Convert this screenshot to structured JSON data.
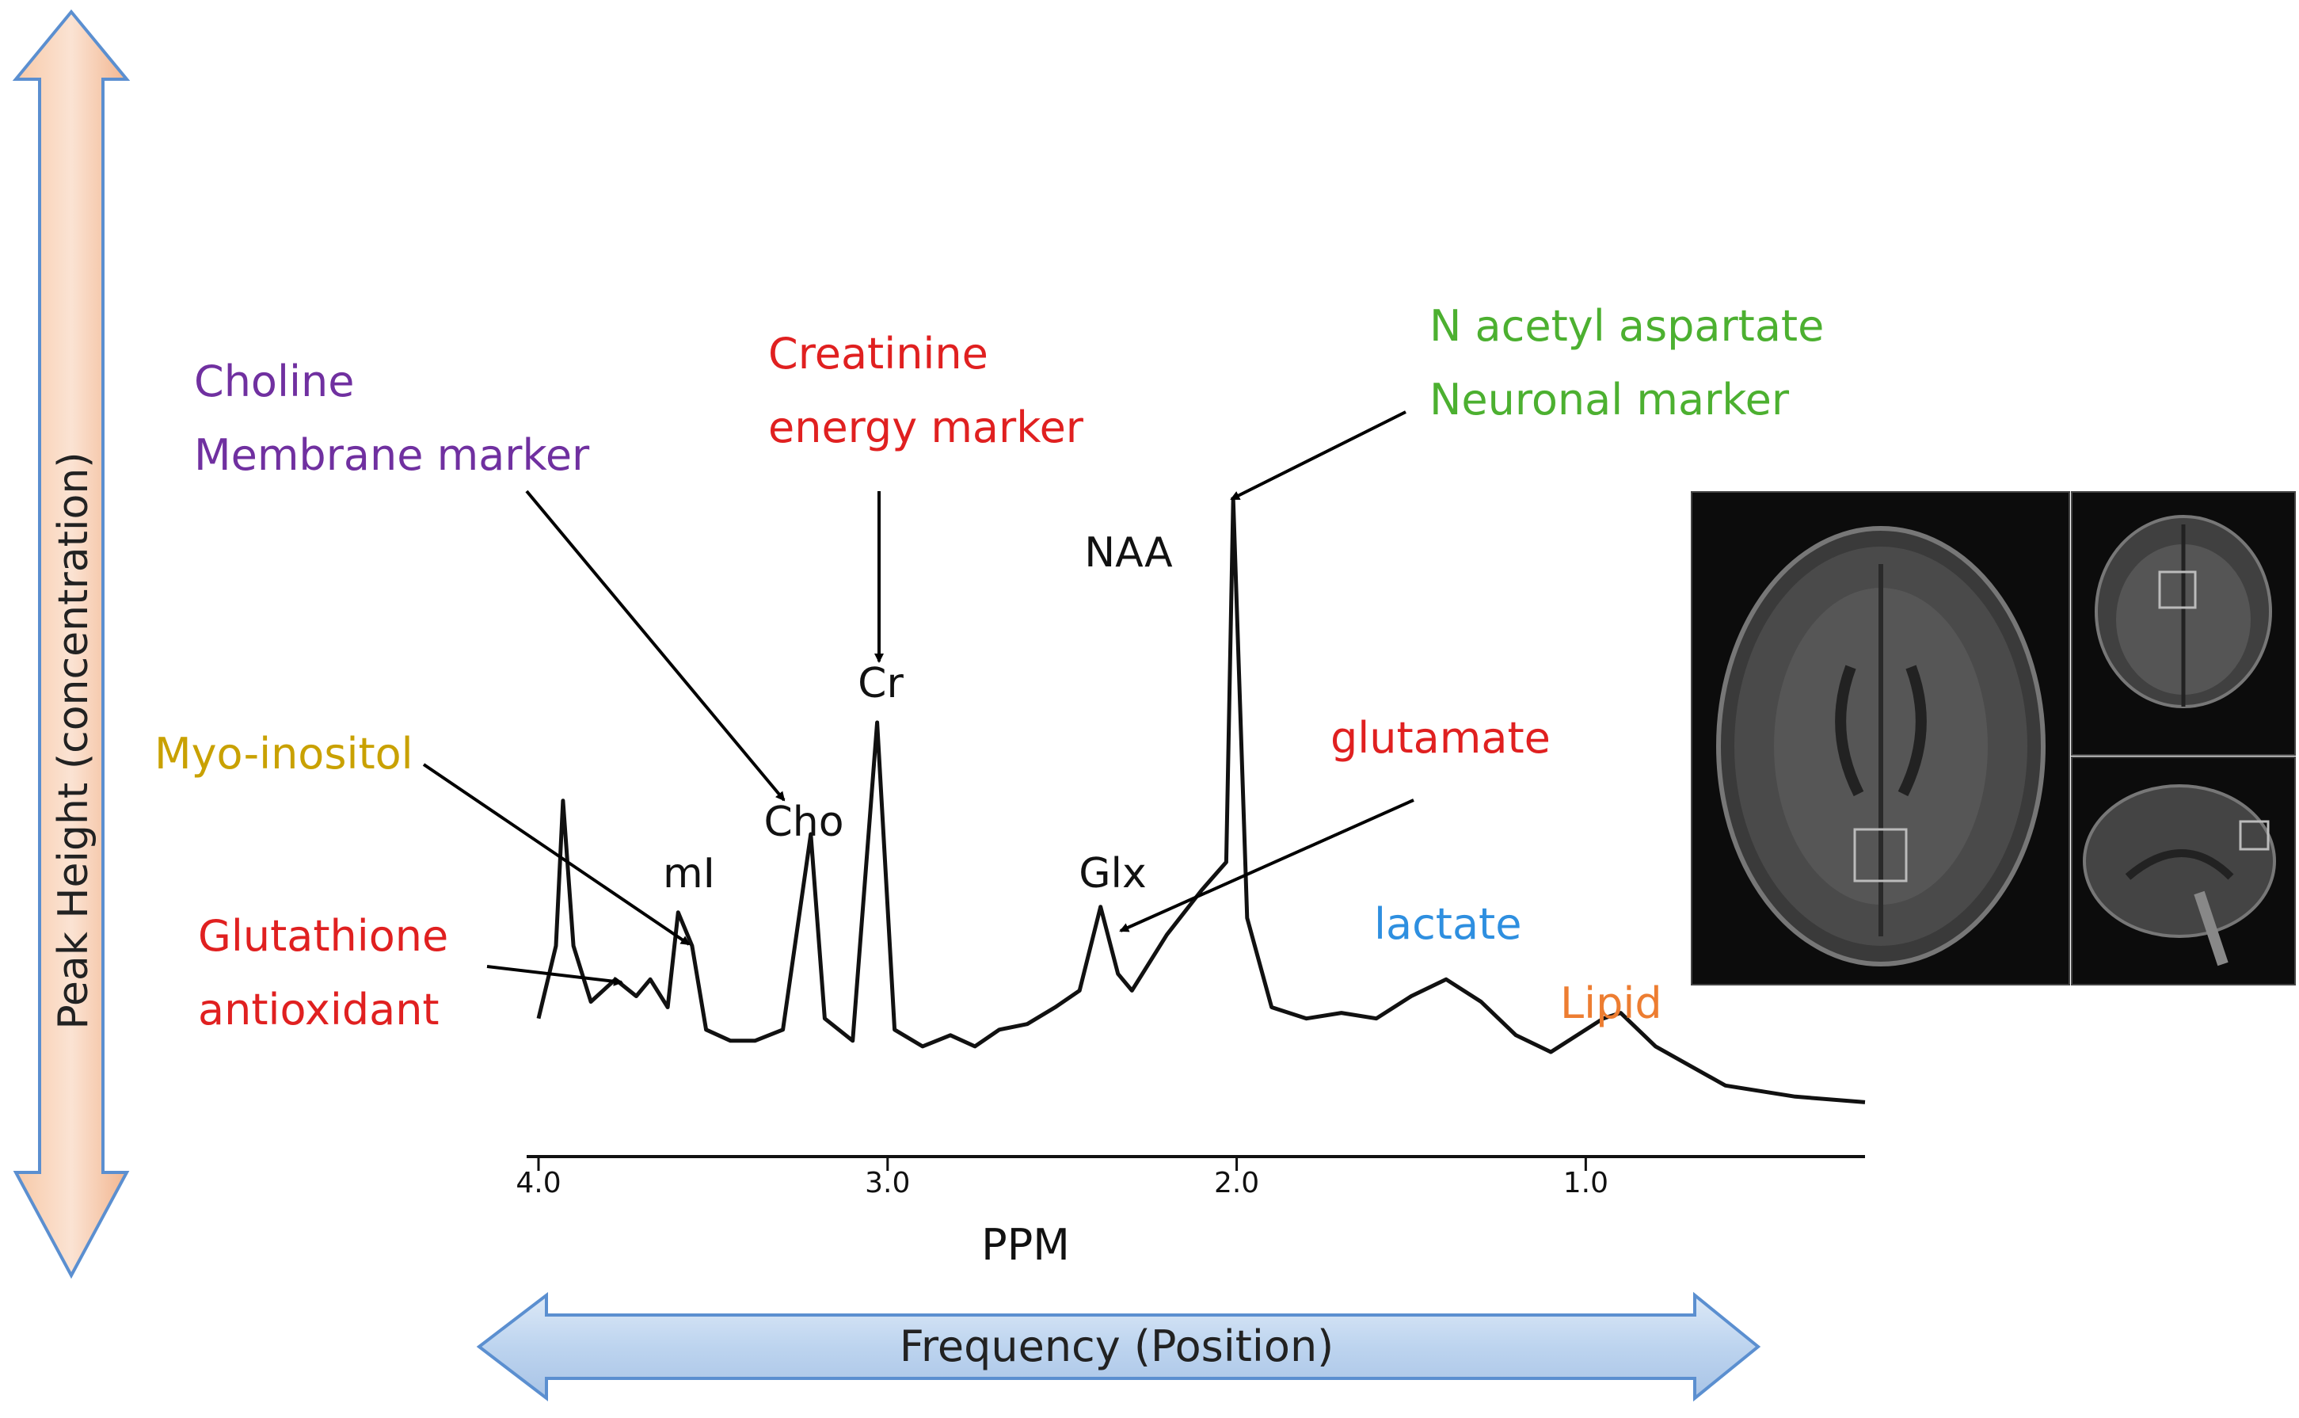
{
  "chart_data": {
    "type": "line",
    "title": "",
    "xlabel": "PPM",
    "ylabel": "",
    "x_reversed": true,
    "xlim": [
      4.0,
      0.2
    ],
    "ylim": [
      0,
      1
    ],
    "x_ticks": [
      "4.0",
      "3.0",
      "2.0",
      "1.0"
    ],
    "series": [
      {
        "values": [
          {
            "x": 4.0,
            "y": 0.07
          },
          {
            "x": 3.95,
            "y": 0.2
          },
          {
            "x": 3.93,
            "y": 0.46
          },
          {
            "x": 3.9,
            "y": 0.2
          },
          {
            "x": 3.85,
            "y": 0.1
          },
          {
            "x": 3.78,
            "y": 0.14
          },
          {
            "x": 3.72,
            "y": 0.11
          },
          {
            "x": 3.68,
            "y": 0.14
          },
          {
            "x": 3.63,
            "y": 0.09
          },
          {
            "x": 3.6,
            "y": 0.26
          },
          {
            "x": 3.56,
            "y": 0.2
          },
          {
            "x": 3.52,
            "y": 0.05
          },
          {
            "x": 3.45,
            "y": 0.03
          },
          {
            "x": 3.38,
            "y": 0.03
          },
          {
            "x": 3.3,
            "y": 0.05
          },
          {
            "x": 3.22,
            "y": 0.4
          },
          {
            "x": 3.18,
            "y": 0.07
          },
          {
            "x": 3.1,
            "y": 0.03
          },
          {
            "x": 3.03,
            "y": 0.6
          },
          {
            "x": 2.98,
            "y": 0.05
          },
          {
            "x": 2.9,
            "y": 0.02
          },
          {
            "x": 2.82,
            "y": 0.04
          },
          {
            "x": 2.75,
            "y": 0.02
          },
          {
            "x": 2.68,
            "y": 0.05
          },
          {
            "x": 2.6,
            "y": 0.06
          },
          {
            "x": 2.52,
            "y": 0.09
          },
          {
            "x": 2.45,
            "y": 0.12
          },
          {
            "x": 2.39,
            "y": 0.27
          },
          {
            "x": 2.34,
            "y": 0.15
          },
          {
            "x": 2.3,
            "y": 0.12
          },
          {
            "x": 2.2,
            "y": 0.22
          },
          {
            "x": 2.1,
            "y": 0.3
          },
          {
            "x": 2.03,
            "y": 0.35
          },
          {
            "x": 2.01,
            "y": 1.0
          },
          {
            "x": 1.97,
            "y": 0.25
          },
          {
            "x": 1.9,
            "y": 0.09
          },
          {
            "x": 1.8,
            "y": 0.07
          },
          {
            "x": 1.7,
            "y": 0.08
          },
          {
            "x": 1.6,
            "y": 0.07
          },
          {
            "x": 1.5,
            "y": 0.11
          },
          {
            "x": 1.4,
            "y": 0.14
          },
          {
            "x": 1.3,
            "y": 0.1
          },
          {
            "x": 1.2,
            "y": 0.04
          },
          {
            "x": 1.1,
            "y": 0.01
          },
          {
            "x": 0.95,
            "y": 0.07
          },
          {
            "x": 0.9,
            "y": 0.08
          },
          {
            "x": 0.8,
            "y": 0.02
          },
          {
            "x": 0.6,
            "y": -0.05
          },
          {
            "x": 0.4,
            "y": -0.07
          },
          {
            "x": 0.2,
            "y": -0.08
          }
        ]
      }
    ],
    "peak_labels": [
      {
        "text": "NAA",
        "x": 2.01
      },
      {
        "text": "Cr",
        "x": 3.03
      },
      {
        "text": "Cho",
        "x": 3.22
      },
      {
        "text": "mI",
        "x": 3.6
      },
      {
        "text": "Glx",
        "x": 2.39
      }
    ],
    "annotations": [
      {
        "lines": [
          "Choline",
          "Membrane marker"
        ],
        "color": "#7030a0"
      },
      {
        "lines": [
          "Creatinine",
          "energy marker"
        ],
        "color": "#e02020"
      },
      {
        "lines": [
          "N acetyl aspartate",
          "Neuronal marker"
        ],
        "color": "#4cb030"
      },
      {
        "lines": [
          "Myo-inositol"
        ],
        "color": "#c9a100"
      },
      {
        "lines": [
          "glutamate"
        ],
        "color": "#e02020"
      },
      {
        "lines": [
          "Glutathione",
          "antioxidant"
        ],
        "color": "#e02020"
      },
      {
        "lines": [
          "lactate"
        ],
        "color": "#2e8fe0"
      },
      {
        "lines": [
          "Lipid"
        ],
        "color": "#ed7d31"
      }
    ],
    "grid": false,
    "legend": "none"
  },
  "arrows": {
    "vertical_label": "Peak Height (concentration)",
    "horizontal_label": "Frequency (Position)"
  },
  "images": {
    "axial": "axial MRI slice with voxel box",
    "coronal": "coronal MRI slice",
    "sagittal": "sagittal MRI slice"
  }
}
